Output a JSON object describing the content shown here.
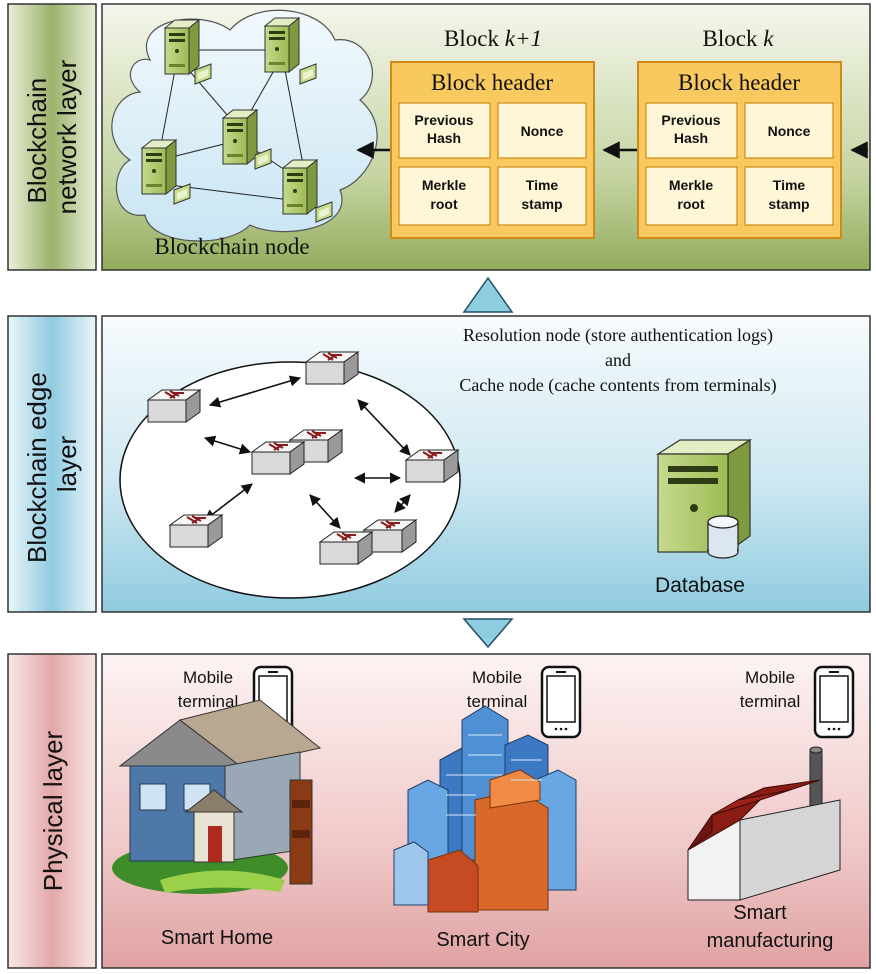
{
  "layers": {
    "network_label_line1": "Blockchain",
    "network_label_line2": "network layer",
    "edge_label_line1": "Blockchain edge",
    "edge_label_line2": "layer",
    "physical_label": "Physical layer"
  },
  "network": {
    "node_caption": "Blockchain node",
    "block_k1_prefix": "Block ",
    "block_k1_italic": "k+1",
    "block_k_prefix": "Block ",
    "block_k_italic": "k",
    "block_header": "Block header",
    "cells": {
      "previous_line1": "Previous",
      "previous_line2": "Hash",
      "nonce": "Nonce",
      "merkle_line1": "Merkle",
      "merkle_line2": "root",
      "time_line1": "Time",
      "time_line2": "stamp"
    }
  },
  "edge": {
    "resolution_text": "Resolution node (store authentication logs)",
    "and_text": "and",
    "cache_text": "Cache node (cache contents from terminals)",
    "database_caption": "Database"
  },
  "physical": {
    "mobile_line1": "Mobile",
    "mobile_line2": "terminal",
    "smart_home": "Smart Home",
    "smart_city": "Smart City",
    "smart_mfg_line1": "Smart",
    "smart_mfg_line2": "manufacturing"
  },
  "colors": {
    "network_green": "#8fa85a",
    "edge_blue": "#8fcbe0",
    "physical_red": "#e3a8a8",
    "block_fill": "#f8c95e",
    "block_stroke": "#d08a1a",
    "arrow_triangle": "#8fcde0"
  }
}
